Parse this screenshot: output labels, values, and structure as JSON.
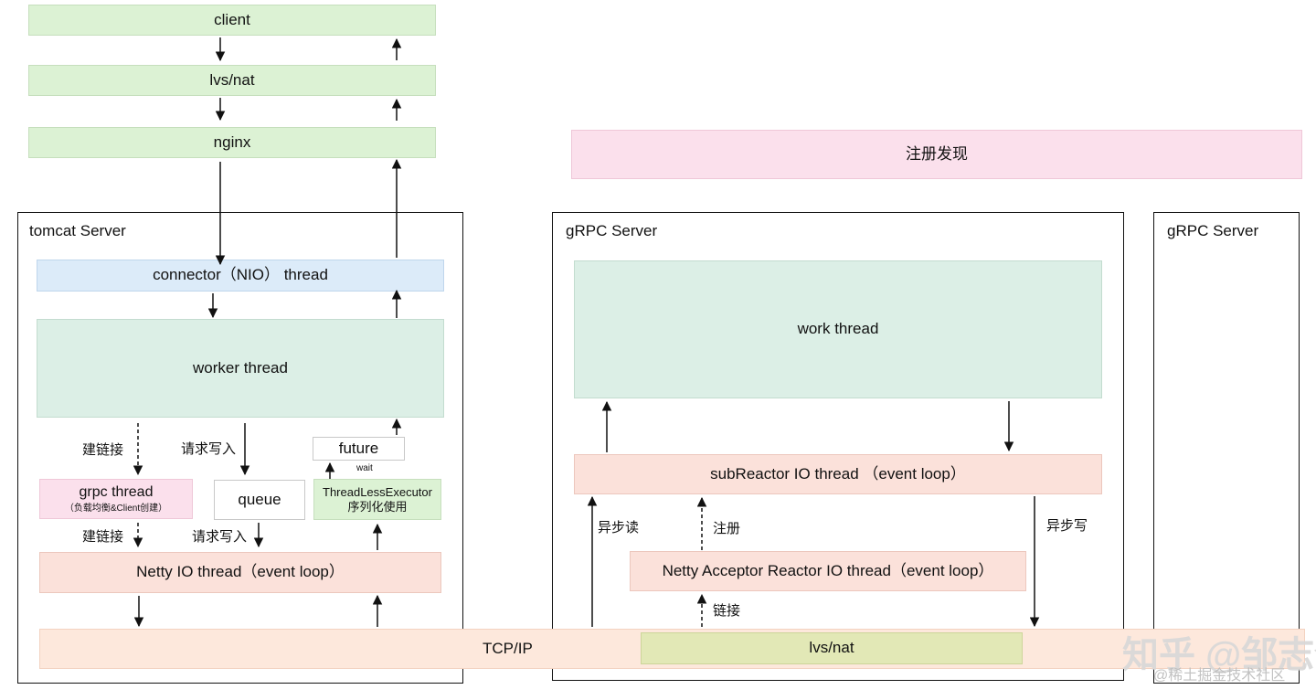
{
  "top": {
    "client": "client",
    "lvs_nat": "lvs/nat",
    "nginx": "nginx"
  },
  "registry": "注册发现",
  "tomcat": {
    "title": "tomcat Server",
    "connector": "connector（NIO） thread",
    "worker": "worker thread",
    "label_connect": "建链接",
    "label_write": "请求写入",
    "future": "future",
    "wait": "wait",
    "grpc_thread": "grpc thread",
    "grpc_thread_sub": "（负载均衡&Client创建）",
    "queue": "queue",
    "executor_line1": "ThreadLessExecutor",
    "executor_line2": "序列化使用",
    "label_connect_2": "建链接",
    "label_write_2": "请求写入",
    "netty_io": "Netty IO thread（event loop）"
  },
  "grpc_server": {
    "title": "gRPC Server",
    "work_thread": "work thread",
    "sub_reactor": "subReactor IO thread （event loop）",
    "label_async_read": "异步读",
    "label_register": "注册",
    "label_async_write": "异步写",
    "acceptor": "Netty Acceptor Reactor IO thread（event loop）",
    "label_link": "链接"
  },
  "grpc_server_2": {
    "title": "gRPC Server"
  },
  "bottom": {
    "tcp_ip": "TCP/IP",
    "lvs_nat": "lvs/nat"
  },
  "watermark": {
    "main": "知乎 @邹志全",
    "sub": "@稀土掘金技术社区"
  }
}
